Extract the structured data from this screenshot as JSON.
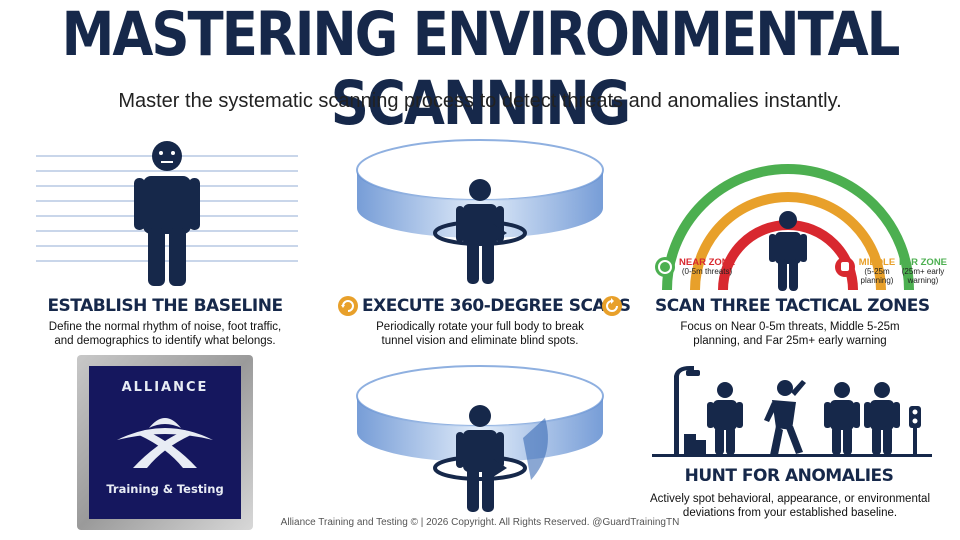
{
  "header": {
    "title": "MASTERING ENVIRONMENTAL SCANNING",
    "subtitle": "Master the systematic scanning process to detect threats and anomalies instantly."
  },
  "sections": {
    "baseline": {
      "title": "ESTABLISH THE BASELINE",
      "desc_line1": "Define the normal rhythm of noise, foot traffic,",
      "desc_line2": "and demographics to identify what belongs."
    },
    "scans": {
      "title": "EXECUTE 360-DEGREE SCANS",
      "desc_line1": "Periodically rotate your full body to break",
      "desc_line2": "tunnel vision and eliminate blind spots."
    },
    "zones": {
      "title": "SCAN THREE TACTICAL ZONES",
      "desc_line1": "Focus on Near 0-5m threats, Middle 5-25m",
      "desc_line2": "planning, and Far 25m+ early warning",
      "near": {
        "title": "NEAR ZONE",
        "range": "(0-5m threats)"
      },
      "middle": {
        "title": "MIDDLE",
        "range_1": "(5-25m",
        "range_2": "planning)"
      },
      "far": {
        "title": "FAR ZONE",
        "range_1": "(25m+ early",
        "range_2": "warning)"
      }
    },
    "anomalies": {
      "title": "HUNT FOR ANOMALIES",
      "desc_line1": "Actively spot behavioral, appearance, or environmental",
      "desc_line2": "deviations from your established baseline."
    }
  },
  "logo": {
    "top": "ALLIANCE",
    "bottom": "Training & Testing"
  },
  "footer": "Alliance Training and Testing © | 2026 Copyright. All Rights Reserved. @GuardTrainingTN",
  "colors": {
    "navy": "#16284a",
    "ring_blue": "#7fa6dd",
    "near_red": "#d8282f",
    "middle_orange": "#e8a02a",
    "far_green": "#4caf50",
    "logo_bg": "#15175e"
  },
  "icons": [
    "person-icon",
    "rotation-arrow-icon",
    "refresh-icon",
    "streetlamp-icon",
    "traffic-light-icon"
  ]
}
